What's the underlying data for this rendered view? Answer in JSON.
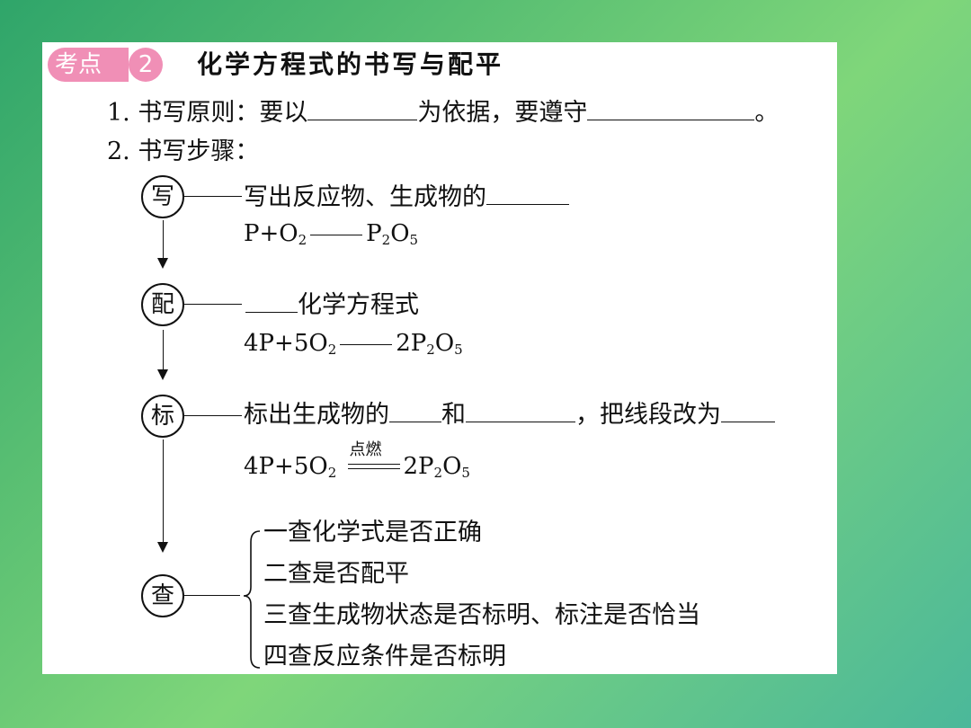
{
  "header": {
    "badge_label": "考点",
    "badge_number": "2",
    "title": "化学方程式的书写与配平"
  },
  "principle": {
    "prefix": "1. 书写原则：要以",
    "middle": "为依据，要遵守",
    "suffix": "。"
  },
  "steps_heading": "2. 书写步骤：",
  "step_write": {
    "circle": "写",
    "text": "写出反应物、生成物的",
    "equation": {
      "a": "P+O",
      "a_sub": "2",
      "b": "P",
      "b_sub": "2",
      "c": "O",
      "c_sub": "5"
    }
  },
  "step_balance": {
    "circle": "配",
    "text": "化学方程式",
    "equation": {
      "a": "4P+5O",
      "a_sub": "2",
      "b": "2P",
      "b_sub": "2",
      "c": "O",
      "c_sub": "5"
    }
  },
  "step_mark": {
    "circle": "标",
    "text_a": "标出生成物的",
    "text_b": "和",
    "text_c": "，把线段改为",
    "condition": "点燃",
    "equation": {
      "a": "4P+5O",
      "a_sub": "2",
      "b": "2P",
      "b_sub": "2",
      "c": "O",
      "c_sub": "5"
    }
  },
  "step_check": {
    "circle": "查",
    "items": [
      "一查化学式是否正确",
      "二查是否配平",
      "三查生成物状态是否标明、标注是否恰当",
      "四查反应条件是否标明"
    ]
  }
}
